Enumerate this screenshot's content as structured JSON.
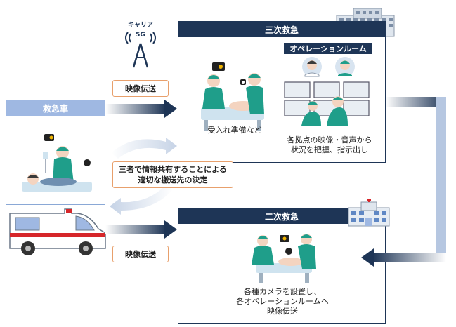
{
  "tower": {
    "label": "キャリア",
    "badge": "5G"
  },
  "ambulance_panel": {
    "title": "救急車"
  },
  "tertiary_panel": {
    "title": "三次救急",
    "operation_room_label": "オペレーションルーム",
    "caption_left": "受入れ準備など",
    "caption_right_lines": [
      "各拠点の映像・音声から",
      "状況を把握、指示出し"
    ]
  },
  "secondary_panel": {
    "title": "二次救急",
    "caption_lines": [
      "各種カメラを設置し、",
      "各オペレーションルームへ",
      "映像伝送"
    ]
  },
  "video_transmission_top": "映像伝送",
  "video_transmission_bottom": "映像伝送",
  "decision_label_lines": [
    "三者で情報共有することによる",
    "適切な搬送先の決定"
  ],
  "colors": {
    "navy": "#1e3556",
    "light_blue": "#9fb8e2",
    "orange_border": "#e8a06c",
    "scrub_green": "#1f9e8a"
  }
}
